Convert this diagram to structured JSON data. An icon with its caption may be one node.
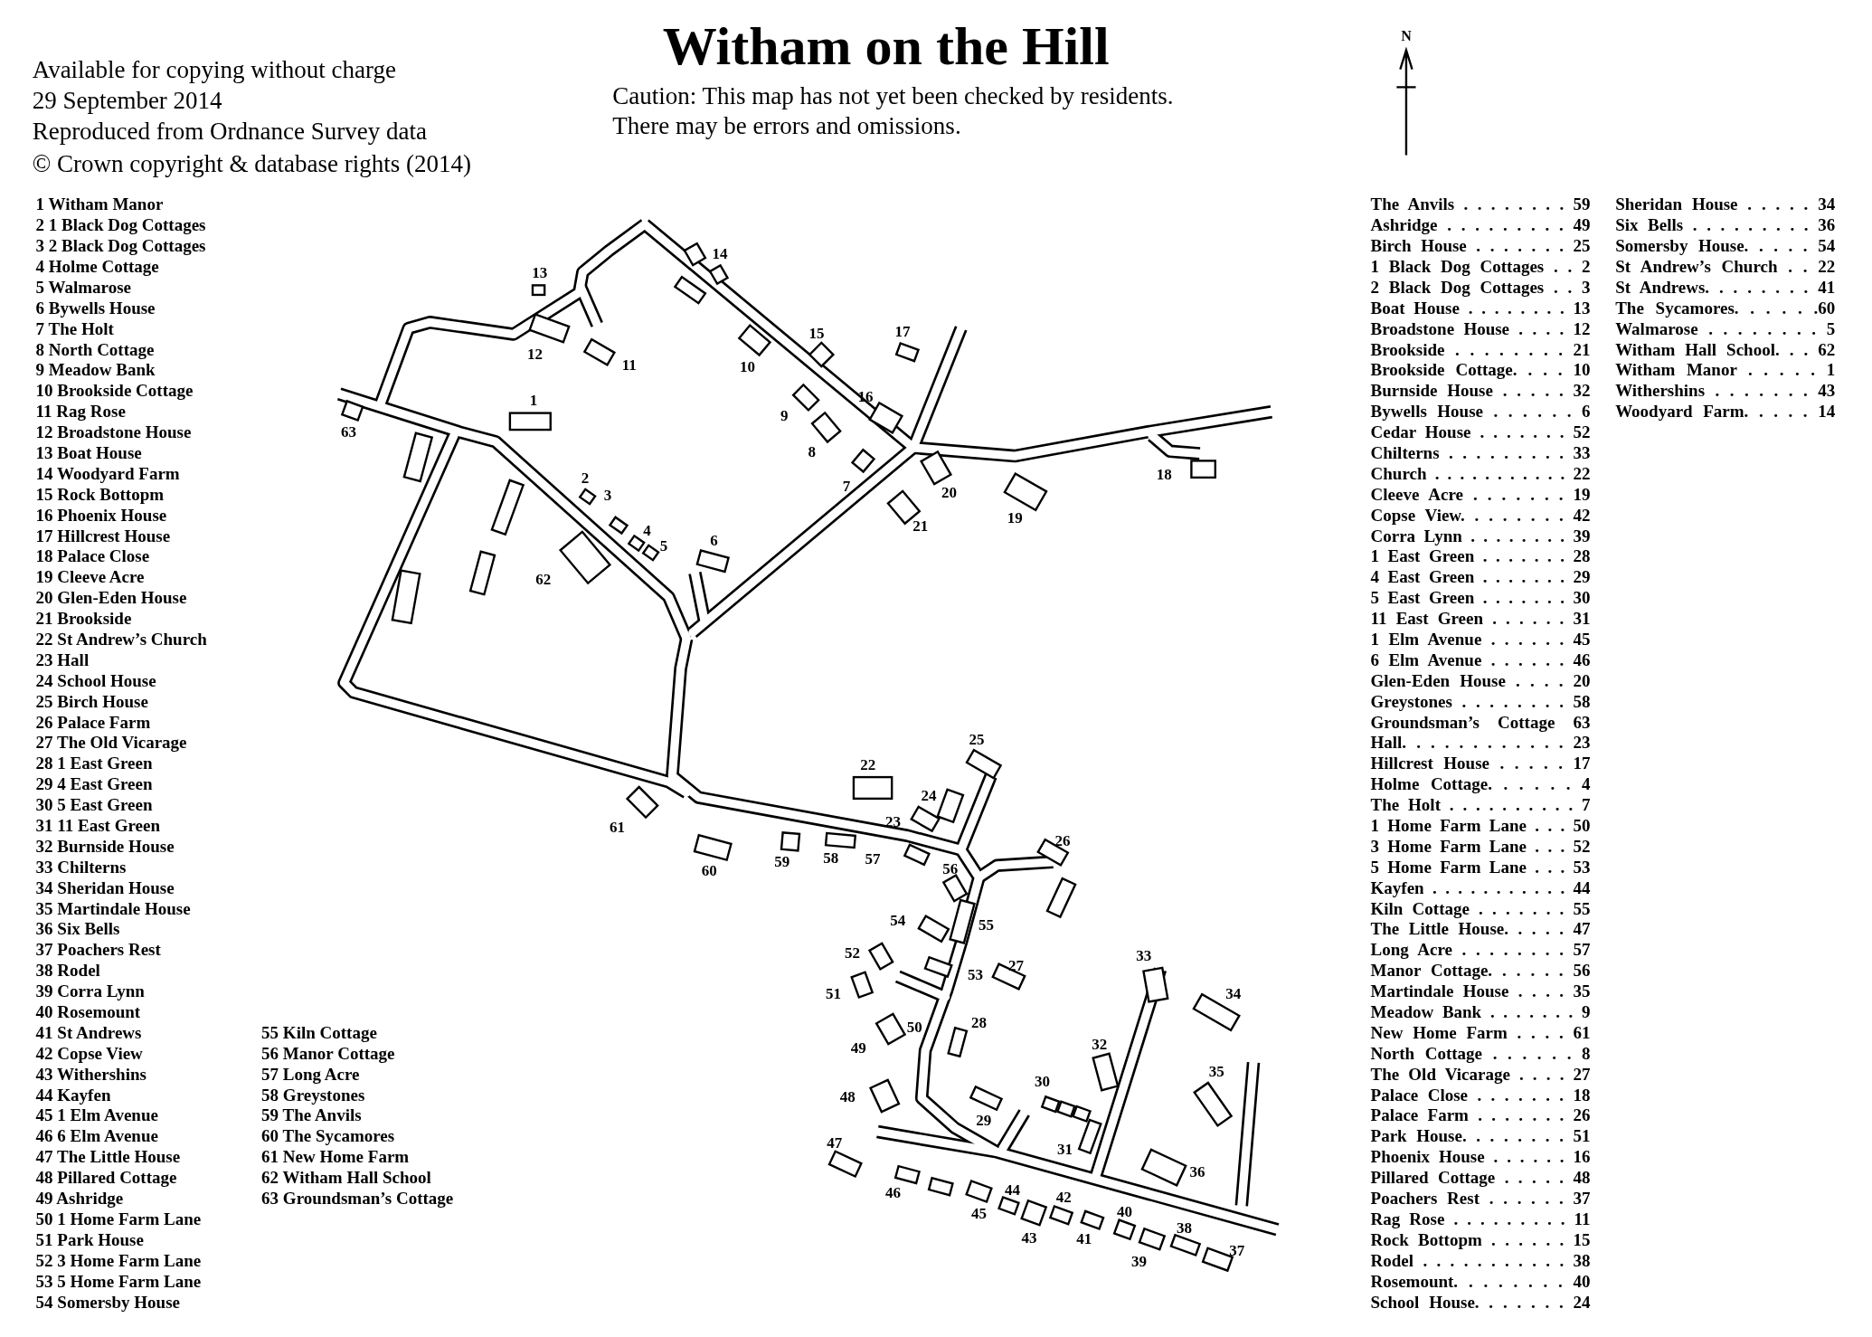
{
  "diagram": {
    "title": "Witham on the Hill",
    "labels": [
      "Available for copying without charge",
      "29 September 2014",
      "Reproduced from Ordnance Survey data",
      "© Crown copyright & database rights (2014)",
      "Caution: This map has not yet been checked by residents.",
      "There may be errors and omissions.",
      "N",
      "1 Witham Manor",
      "2 1 Black Dog Cottages",
      "3 2 Black Dog Cottages",
      "4 Holme Cottage",
      "5 Walmarose",
      "6 Bywells House",
      "7 The Holt",
      "8 North Cottage",
      "9 Meadow Bank",
      "10 Brookside Cottage",
      "11 Rag Rose",
      "12 Broadstone House",
      "13 Boat House",
      "14 Woodyard Farm",
      "15 Rock Bottopm",
      "16 Phoenix House",
      "17 Hillcrest House",
      "18 Palace Close",
      "19 Cleeve Acre",
      "20 Glen-Eden House",
      "21 Brookside",
      "22 St Andrew’s Church",
      "23 Hall",
      "24 School House",
      "25 Birch House",
      "26 Palace Farm",
      "27 The Old Vicarage",
      "28 1 East Green",
      "29 4 East Green",
      "30 5 East Green",
      "31 11 East Green",
      "32 Burnside House",
      "33 Chilterns",
      "34 Sheridan House",
      "35 Martindale House",
      "36 Six Bells",
      "37 Poachers Rest",
      "38 Rodel",
      "39 Corra Lynn",
      "40 Rosemount",
      "41 St Andrews",
      "42 Copse View",
      "43 Withershins",
      "44 Kayfen",
      "45 1 Elm Avenue",
      "46 6 Elm Avenue",
      "47 The Little House",
      "48 Pillared Cottage",
      "49 Ashridge",
      "50 1 Home Farm Lane",
      "51 Park House",
      "52 3 Home Farm Lane",
      "53 5 Home Farm Lane",
      "54 Somersby House",
      "55 Kiln Cottage",
      "56 Manor Cottage",
      "57 Long Acre",
      "58 Greystones",
      "59 The Anvils",
      "60 The Sycamores",
      "61 New Home Farm",
      "62 Witham Hall School",
      "63 Groundsman’s Cottage",
      "The Anvils . . . . . . . . 59",
      "Ashridge . . . . . . . . . 49",
      "Birch House . . . . . . . 25",
      "1 Black Dog Cottages . . 2",
      "2 Black Dog Cottages . . 3",
      "Boat House . . . . . . . . 13",
      "Broadstone House . . . . 12",
      "Brookside . . . . . . . . 21",
      "Brookside Cottage. . . . 10",
      "Burnside House . . . . . 32",
      "Bywells House . . . . . . 6",
      "Cedar House . . . . . . . 52",
      "Chilterns . . . . . . . . . 33",
      "Church . . . . . . . . . . . 22",
      "Cleeve Acre . . . . . . . 19",
      "Copse View. . . . . . . . 42",
      "Corra Lynn . . . . . . . . 39",
      "1 East Green . . . . . . . 28",
      "4 East Green . . . . . . . 29",
      "5 East Green . . . . . . . 30",
      "11 East Green . . . . . . 31",
      "1 Elm Avenue . . . . . . 45",
      "6 Elm Avenue . . . . . . 46",
      "Glen-Eden House . . . . 20",
      "Greystones . . . . . . . . 58",
      "Groundsman’s Cottage 63",
      "Hall. . . . . . . . . . . . 23",
      "Hillcrest House . . . . . 17",
      "Holme Cottage. . . . . . 4",
      "The Holt . . . . . . . . . . 7",
      "1 Home Farm Lane . . . 50",
      "3 Home Farm Lane . . . 52",
      "5 Home Farm Lane . . . 53",
      "Kayfen . . . . . . . . . . . 44",
      "Kiln Cottage . . . . . . . 55",
      "The Little House. . . . . 47",
      "Long Acre . . . . . . . . 57",
      "Manor Cottage. . . . . . 56",
      "Martindale House . . . . 35",
      "Meadow Bank . . . . . . . 9",
      "New Home Farm . . . . 61",
      "North Cottage . . . . . . 8",
      "The Old Vicarage . . . . 27",
      "Palace Close . . . . . . . 18",
      "Palace Farm . . . . . . . 26",
      "Park House. . . . . . . . 51",
      "Phoenix House . . . . . . 16",
      "Pillared Cottage . . . . . 48",
      "Poachers Rest . . . . . . 37",
      "Rag Rose . . . . . . . . . 11",
      "Rock Bottopm . . . . . . 15",
      "Rodel . . . . . . . . . . . 38",
      "Rosemount. . . . . . . . 40",
      "School House. . . . . . . 24",
      "Sheridan House . . . . . 34",
      "Six Bells . . . . . . . . . 36",
      "Somersby House. . . . . 54",
      "St Andrew’s Church . . 22",
      "St Andrews. . . . . . . . 41",
      "The Sycamores. . . . . .60",
      "Walmarose . . . . . . . . 5",
      "Witham Hall School. . . 62",
      "Witham Manor . . . . . 1",
      "Withershins . . . . . . . 43",
      "Woodyard Farm. . . . . 14",
      "1",
      "2",
      "3",
      "4",
      "5",
      "6",
      "7",
      "8",
      "9",
      "11",
      "10",
      "12",
      "13",
      "14",
      "15",
      "16",
      "17",
      "18",
      "19",
      "20",
      "21",
      "22",
      "23",
      "24",
      "25",
      "26",
      "27",
      "28",
      "29",
      "30",
      "31",
      "32",
      "33",
      "34",
      "35",
      "36",
      "37",
      "38",
      "39",
      "40",
      "41",
      "42",
      "43",
      "44",
      "45",
      "46",
      "47",
      "48",
      "49",
      "50",
      "51",
      "52",
      "53",
      "54",
      "55",
      "60",
      "59",
      "58",
      "57",
      "56",
      "61",
      "62",
      "63"
    ]
  }
}
